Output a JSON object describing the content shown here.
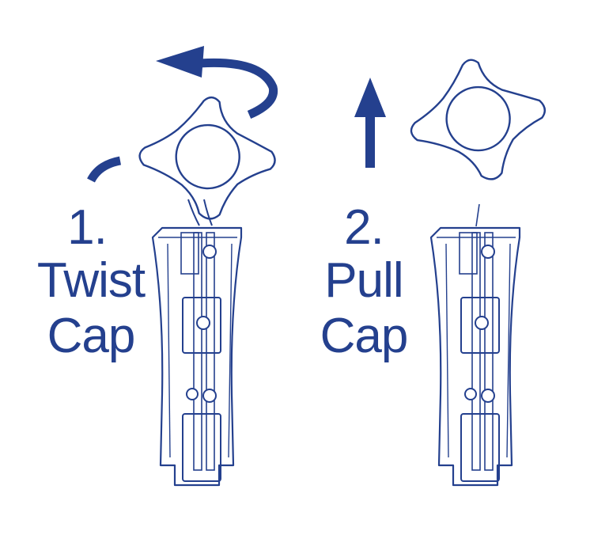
{
  "colors": {
    "ink": "#24408e",
    "background": "#ffffff"
  },
  "steps": [
    {
      "number": "1.",
      "line1": "Twist",
      "line2": "Cap"
    },
    {
      "number": "2.",
      "line1": "Pull",
      "line2": "Cap"
    }
  ],
  "icons": {
    "step1": [
      "curved-twist-arrow-icon",
      "star-cap-icon",
      "autoinjector-body-icon"
    ],
    "step2": [
      "up-arrow-icon",
      "star-cap-icon",
      "autoinjector-body-icon",
      "needle-tip-icon"
    ]
  }
}
